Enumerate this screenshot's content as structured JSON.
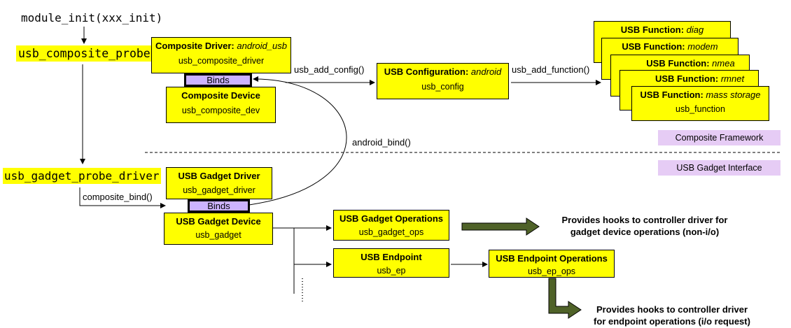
{
  "entry": {
    "module_init": "module_init(xxx_init)",
    "composite_probe": "usb_composite_probe",
    "gadget_probe_driver": "usb_gadget_probe_driver"
  },
  "composite_driver": {
    "title": "Composite Driver:",
    "title_italic": "android_usb",
    "sub": "usb_composite_driver"
  },
  "binds_label": "Binds",
  "composite_device": {
    "title": "Composite Device",
    "sub": "usb_composite_dev"
  },
  "usb_configuration": {
    "title": "USB Configuration:",
    "title_italic": "android",
    "sub": "usb_config"
  },
  "usb_functions": [
    {
      "title": "USB Function:",
      "title_italic": "diag"
    },
    {
      "title": "USB Function:",
      "title_italic": "modem"
    },
    {
      "title": "USB Function:",
      "title_italic": "nmea"
    },
    {
      "title": "USB Function:",
      "title_italic": "rmnet"
    },
    {
      "title": "USB Function:",
      "title_italic": "mass storage",
      "sub": "usb_function"
    }
  ],
  "edges": {
    "add_config": "usb_add_config()",
    "add_function": "usb_add_function()",
    "android_bind": "android_bind()",
    "composite_bind": "composite_bind()"
  },
  "layers": {
    "composite": "Composite Framework",
    "gadget": "USB Gadget Interface"
  },
  "gadget_driver": {
    "title": "USB Gadget Driver",
    "sub": "usb_gadget_driver"
  },
  "gadget_device": {
    "title": "USB Gadget Device",
    "sub": "usb_gadget"
  },
  "gadget_ops": {
    "title": "USB Gadget Operations",
    "sub": "usb_gadget_ops"
  },
  "endpoint": {
    "title": "USB Endpoint",
    "sub": "usb_ep"
  },
  "endpoint_ops": {
    "title": "USB Endpoint Operations",
    "sub": "usb_ep_ops"
  },
  "notes": {
    "gadget_ops_line1": "Provides hooks to controller driver for",
    "gadget_ops_line2": "gadget device operations (non-i/o)",
    "ep_ops_line1": "Provides hooks to controller  driver",
    "ep_ops_line2": "for endpoint operations (i/o request)"
  },
  "colors": {
    "box": "#ffff00",
    "binds": "#ccb3ff",
    "layer_tag": "#e6ccf5",
    "big_arrow": "#4f6228"
  }
}
